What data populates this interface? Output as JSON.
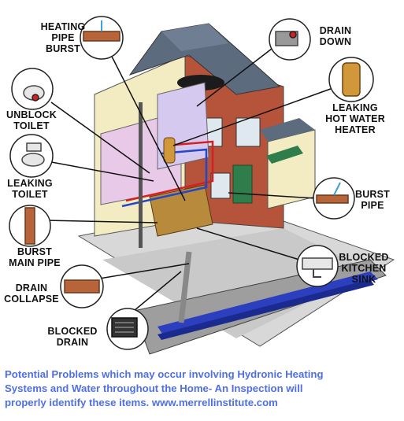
{
  "labels": {
    "heating_pipe_burst": [
      "HEATING",
      "PIPE",
      "BURST"
    ],
    "drain_down": [
      "DRAIN",
      "DOWN"
    ],
    "unblock_toilet": [
      "UNBLOCK",
      "TOILET"
    ],
    "leaking_hot_water_heater": [
      "LEAKING",
      "HOT WATER",
      "HEATER"
    ],
    "leaking_toilet": [
      "LEAKING",
      "TOILET"
    ],
    "burst_pipe": [
      "BURST",
      "PIPE"
    ],
    "burst_main_pipe": [
      "BURST",
      "MAIN PIPE"
    ],
    "blocked_kitchen_sink": [
      "BLOCKED",
      "KITCHEN",
      "SINK"
    ],
    "drain_collapse": [
      "DRAIN",
      "COLLAPSE"
    ],
    "blocked_drain": [
      "BLOCKED",
      "DRAIN"
    ]
  },
  "caption": [
    "Potential Problems which may occur involving Hydronic Heating",
    "Systems and Water throughout the Home- An Inspection will",
    "properly identify these items.  www.merrellinstitute.com"
  ],
  "colors": {
    "caption": "#4f6fe8",
    "roof": "#5d6b7e",
    "wall": "#f3ecc2",
    "brick": "#b5543a",
    "pipe_hot": "#d42020",
    "pipe_cold": "#2447c8"
  }
}
